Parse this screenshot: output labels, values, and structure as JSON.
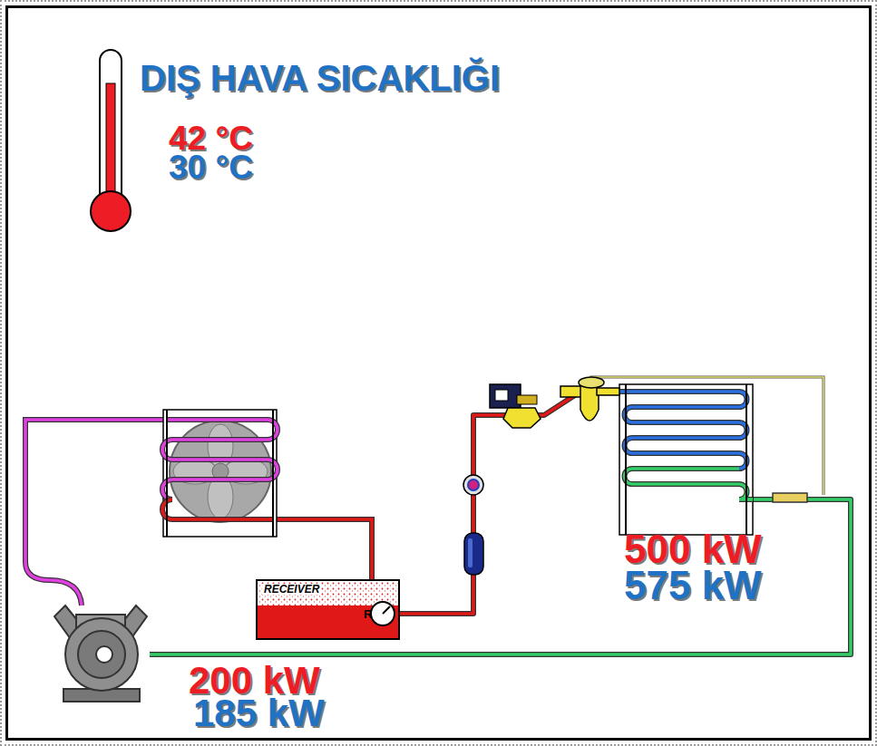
{
  "diagram": {
    "title": "DIŞ HAVA SICAKLIĞI",
    "nodes": [
      {
        "text": [
          "RECEIVER",
          "R"
        ]
      },
      {
        "text": [
          "500 kW",
          "575 kW"
        ]
      },
      {
        "text": [
          "200 kW",
          "185 kW"
        ]
      }
    ],
    "edges": [
      {
        "from": 0,
        "to": 1,
        "arrow": "none"
      },
      {
        "from": 1,
        "to": 2,
        "arrow": "none"
      }
    ],
    "labels": [
      "42 °C",
      "30 °C"
    ]
  }
}
